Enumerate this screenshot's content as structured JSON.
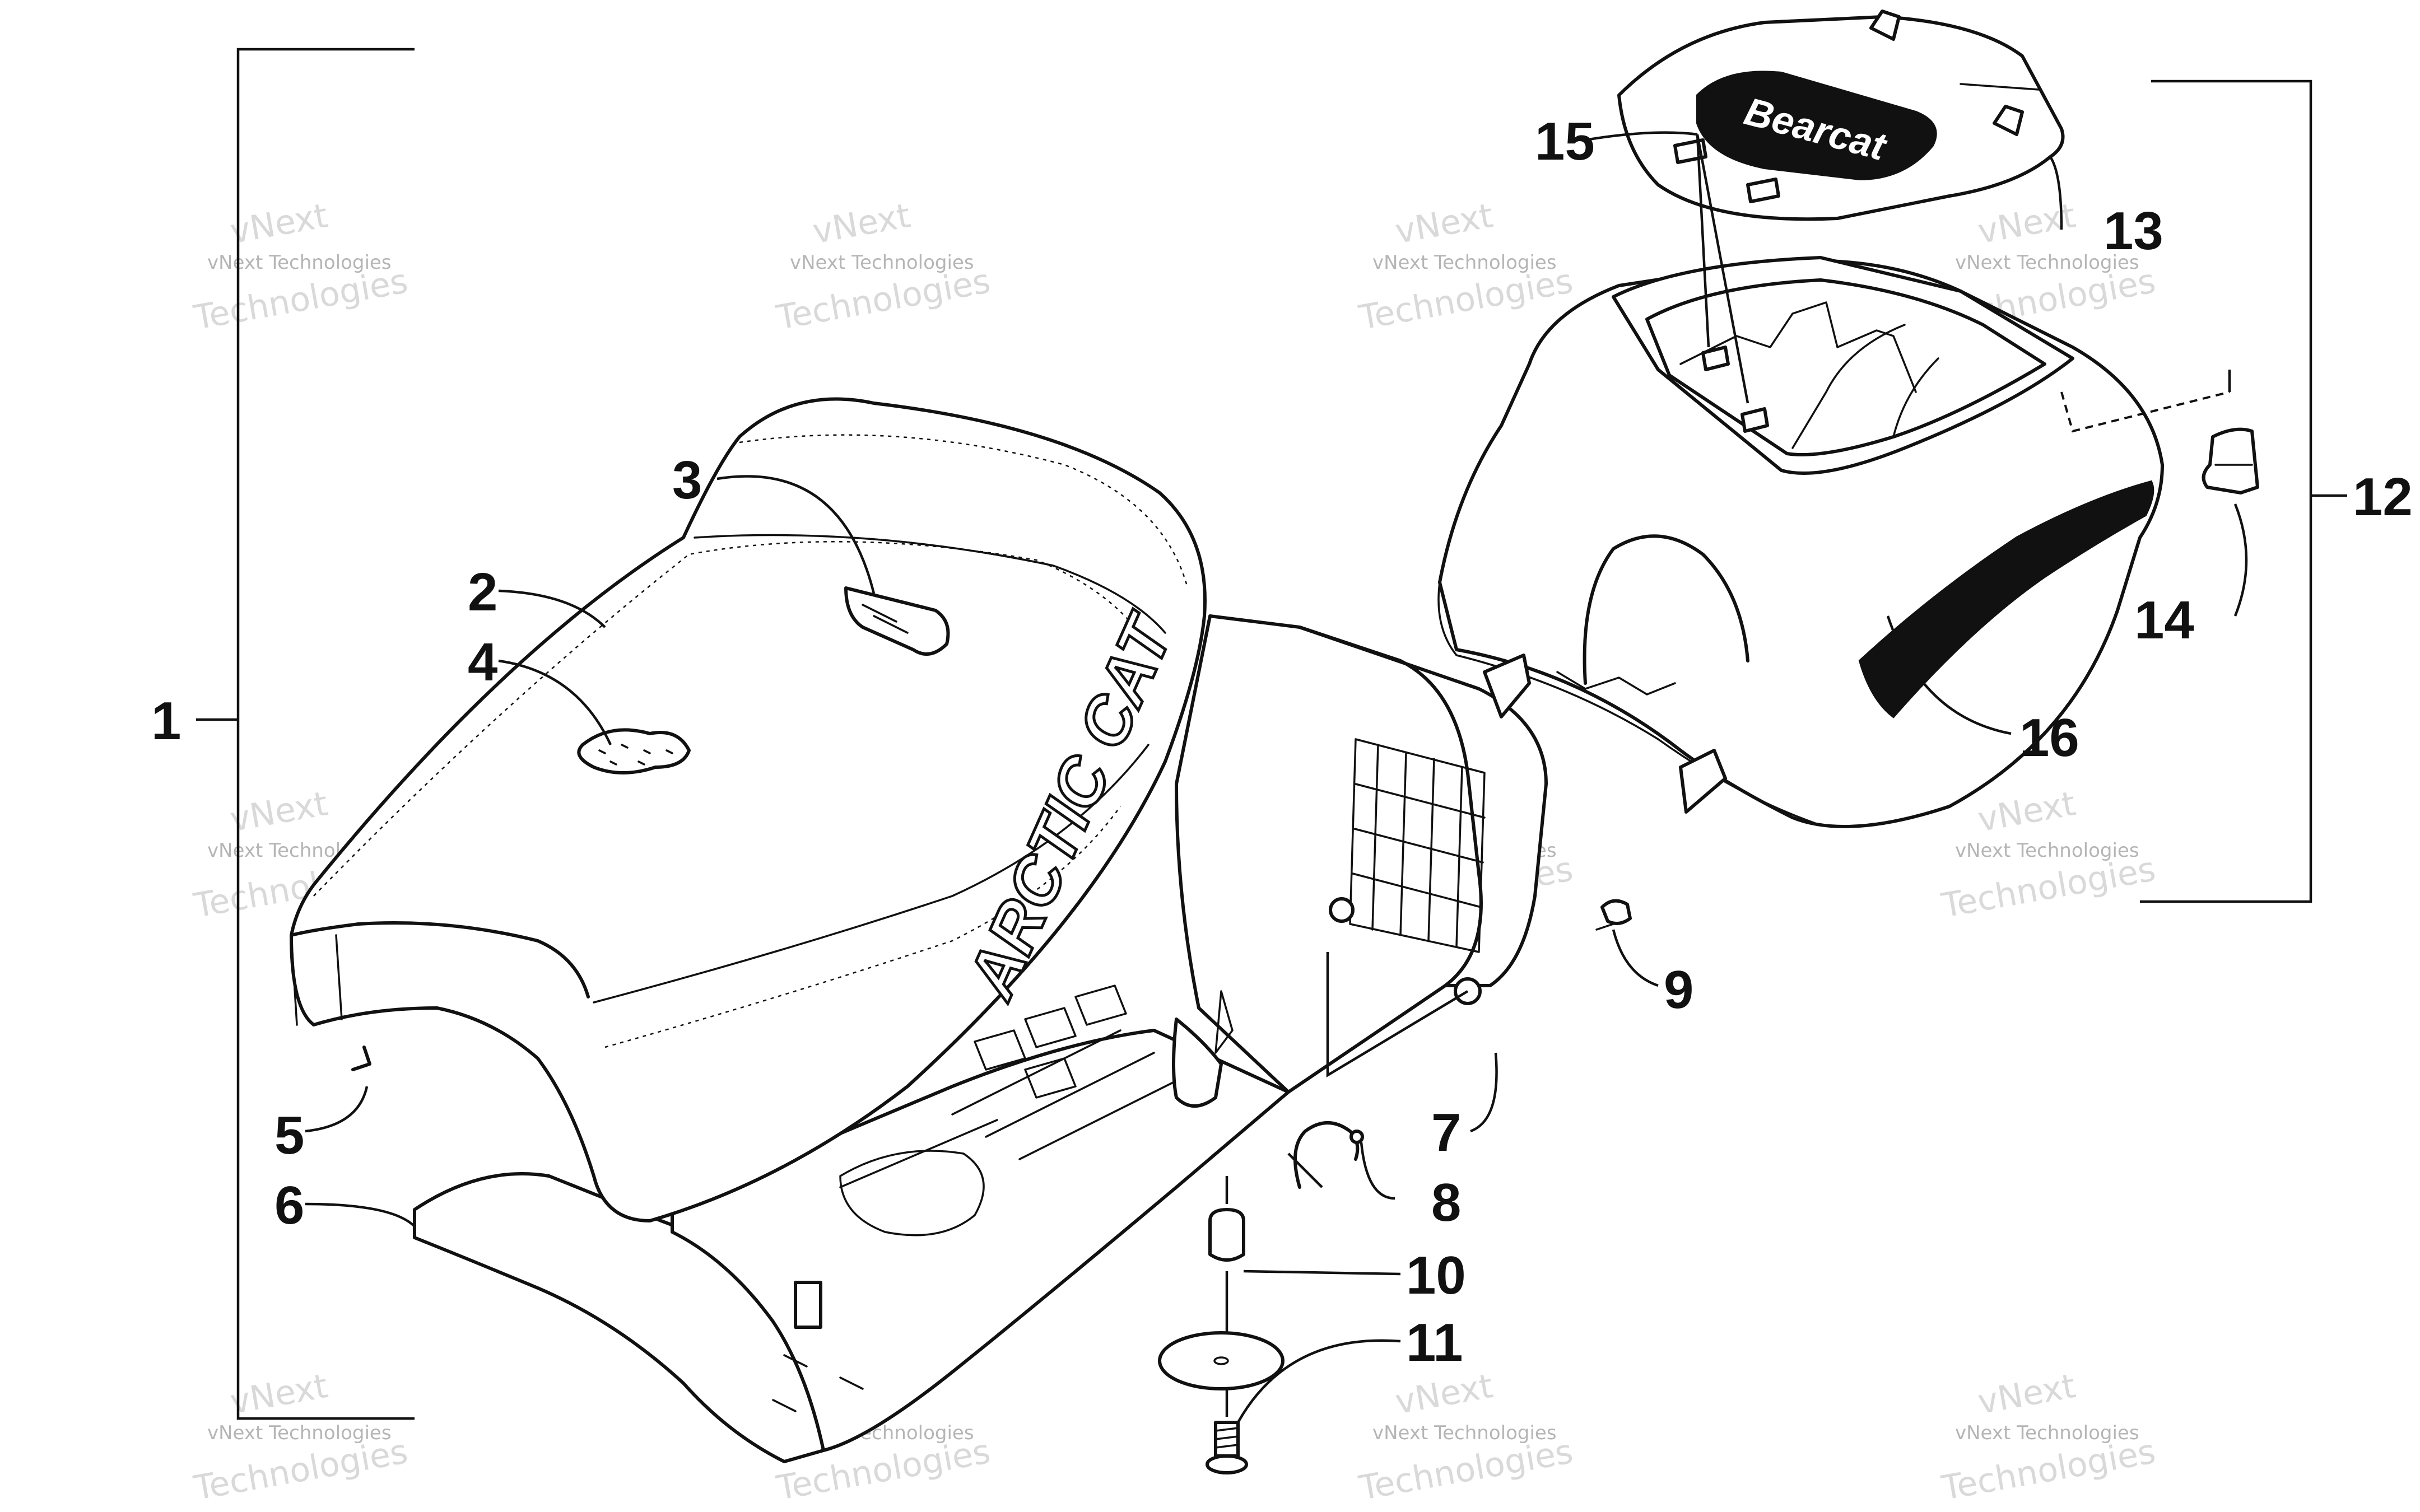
{
  "callouts": {
    "c1": "1",
    "c2": "2",
    "c3": "3",
    "c4": "4",
    "c5": "5",
    "c6": "6",
    "c7": "7",
    "c8": "8",
    "c9": "9",
    "c10": "10",
    "c11": "11",
    "c12": "12",
    "c13": "13",
    "c14": "14",
    "c15": "15",
    "c16": "16"
  },
  "logo_text": {
    "seat": "ARCTIC CAT",
    "lid": "Bearcat"
  },
  "watermark": {
    "line1": "vNext Technologies",
    "line2": "vNext",
    "line3": "Technologies"
  }
}
